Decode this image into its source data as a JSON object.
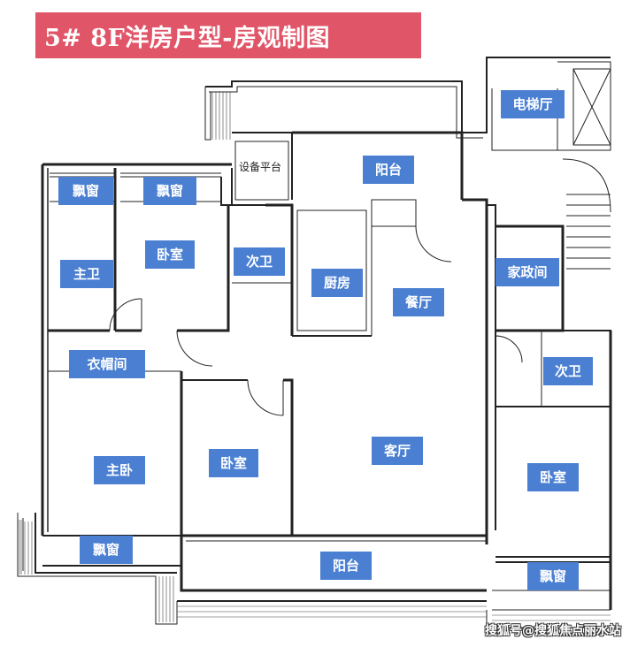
{
  "title": "5# 8F洋房户型-房观制图",
  "rooms": {
    "bay_window_1": "飘窗",
    "bay_window_2": "飘窗",
    "bay_window_3": "飘窗",
    "bay_window_4": "飘窗",
    "master_bathroom": "主卫",
    "bedroom_1": "卧室",
    "bedroom_2": "卧室",
    "bedroom_3": "卧室",
    "second_bathroom_1": "次卫",
    "second_bathroom_2": "次卫",
    "kitchen": "厨房",
    "dining_room": "餐厅",
    "living_room": "客厅",
    "balcony_top": "阳台",
    "balcony_bottom": "阳台",
    "elevator_hall": "电梯厅",
    "housekeeping_room": "家政间",
    "cloakroom": "衣帽间",
    "master_bedroom": "主卧",
    "equipment_platform": "设备平台"
  },
  "watermark": "搜狐号@搜狐焦点丽水站",
  "colors": {
    "title_bg": "#e05668",
    "label_bg": "#4a7fd2",
    "wall": "#222222"
  }
}
